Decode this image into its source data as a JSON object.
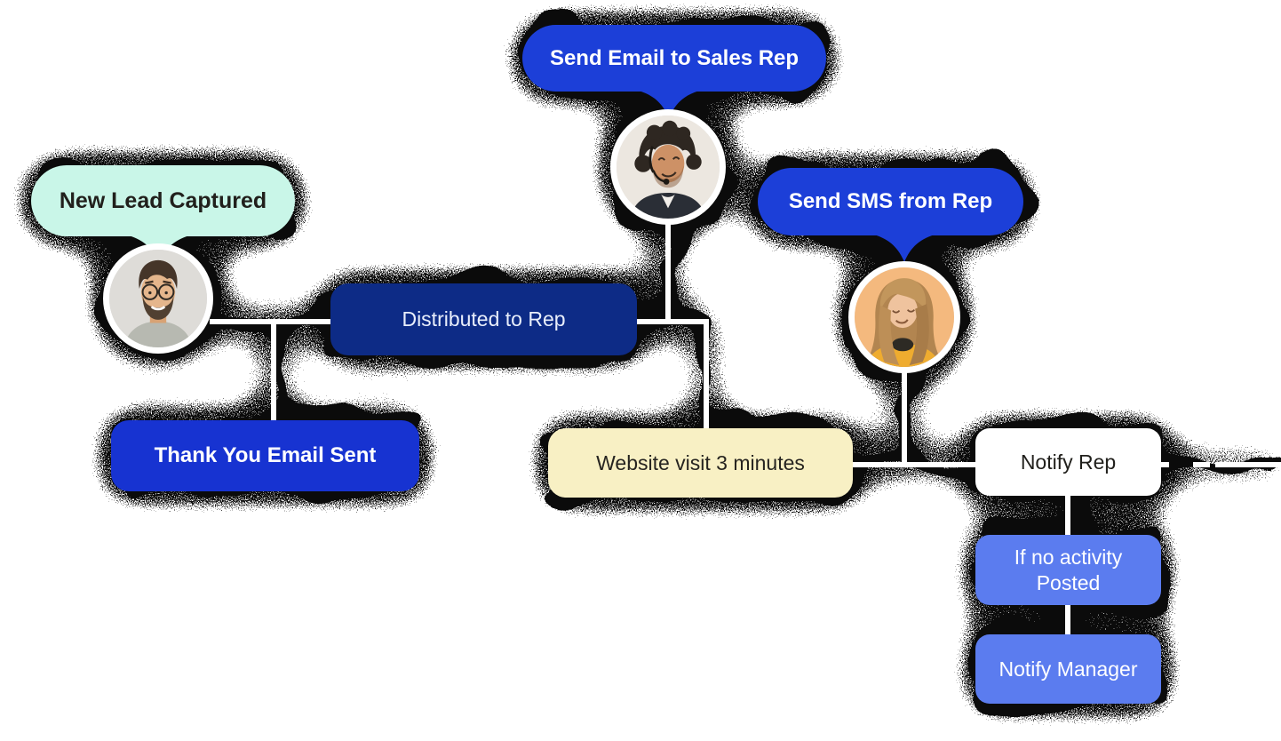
{
  "diagram": {
    "nodes": {
      "send_email": {
        "label": "Send Email to Sales Rep",
        "type": "speech-bubble",
        "color": "#1C3FD8"
      },
      "new_lead": {
        "label": "New Lead Captured",
        "type": "speech-bubble",
        "color": "#C9F6E8"
      },
      "send_sms": {
        "label": "Send SMS from Rep",
        "type": "speech-bubble",
        "color": "#1C3FD8"
      },
      "distributed": {
        "label": "Distributed to Rep",
        "type": "box",
        "color": "#0D2B86"
      },
      "thank_you": {
        "label": "Thank You Email Sent",
        "type": "box",
        "color": "#1733D1"
      },
      "website_visit": {
        "label": "Website visit 3 minutes",
        "type": "box",
        "color": "#F8F0C4"
      },
      "notify_rep": {
        "label": "Notify Rep",
        "type": "box",
        "color": "#FFFFFF"
      },
      "if_no_activity": {
        "label": "If no activity Posted",
        "type": "box",
        "color": "#5B7CEF"
      },
      "notify_manager": {
        "label": "Notify Manager",
        "type": "box",
        "color": "#5B7CEF"
      }
    },
    "avatars": {
      "lead": {
        "name": "lead-man-glasses-avatar"
      },
      "headset": {
        "name": "sales-rep-headset-avatar"
      },
      "rep": {
        "name": "rep-woman-yellow-sweater-avatar"
      }
    },
    "colors": {
      "bright_blue": "#1C3FD8",
      "navy": "#0D2B86",
      "periwinkle": "#5B7CEF",
      "mint": "#C9F6E8",
      "cream": "#F8F0C4",
      "connector": "#FFFFFF",
      "ink_text": "#21201C",
      "grain": "#0B0B0B"
    }
  }
}
